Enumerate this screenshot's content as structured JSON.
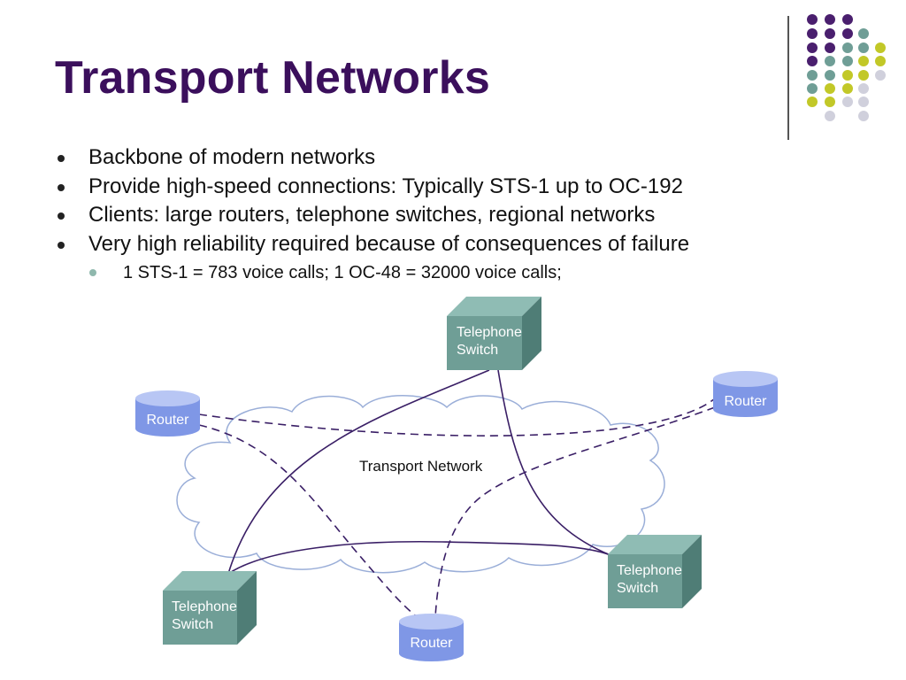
{
  "slide": {
    "title": "Transport Networks",
    "bullets": [
      "Backbone of modern networks",
      "Provide high-speed connections: Typically STS-1 up to OC-192",
      "Clients:  large routers, telephone switches, regional networks",
      "Very high reliability required because of consequences of failure"
    ],
    "sub_bullets": [
      "1 STS-1 =  783 voice calls;  1 OC-48 = 32000 voice calls;"
    ]
  },
  "diagram": {
    "cloud_label": "Transport Network",
    "switch_label_line1": "Telephone",
    "switch_label_line2": "Switch",
    "router_label": "Router",
    "colors": {
      "switch_front": "#6f9e96",
      "switch_top": "#8fbcb4",
      "switch_side": "#4f7d76",
      "router": "#7f97e6",
      "router_top": "#b8c6f4",
      "link": "#3a1f66",
      "cloud_stroke": "#9aaed8"
    }
  },
  "decor": {
    "dot_colors": [
      "#4a1f6e",
      "#6f9e96",
      "#c2c828",
      "#d0d0dc"
    ]
  }
}
